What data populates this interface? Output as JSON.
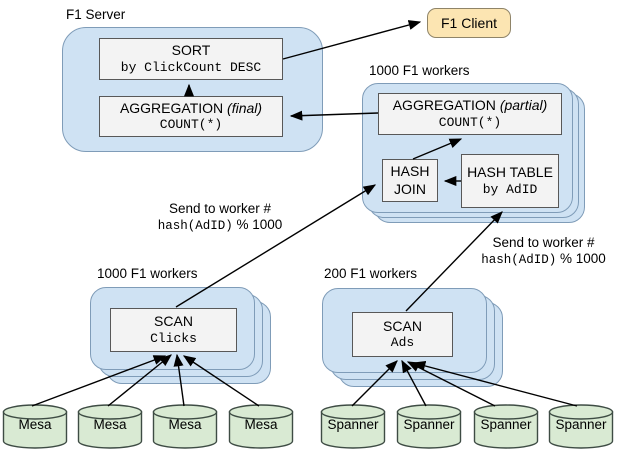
{
  "labels": {
    "f1_server": "F1 Server",
    "f1_client": "F1 Client",
    "workers_top": "1000 F1 workers",
    "workers_left": "1000 F1 workers",
    "workers_right": "200 F1 workers"
  },
  "nodes": {
    "sort": {
      "title": "SORT",
      "code": "by ClickCount DESC"
    },
    "agg_final": {
      "title": "AGGREGATION",
      "qualifier": "(final)",
      "code": "COUNT(*)"
    },
    "agg_partial": {
      "title": "AGGREGATION",
      "qualifier": "(partial)",
      "code": "COUNT(*)"
    },
    "hash_join": {
      "line1": "HASH",
      "line2": "JOIN"
    },
    "hash_table": {
      "title": "HASH TABLE",
      "code": "by AdID"
    },
    "scan_clicks": {
      "title": "SCAN",
      "code": "Clicks"
    },
    "scan_ads": {
      "title": "SCAN",
      "code": "Ads"
    }
  },
  "annotations": {
    "send_left": {
      "line1": "Send to worker #",
      "code": "hash(AdID)",
      "suffix": "% 1000"
    },
    "send_right": {
      "line1": "Send to worker #",
      "code": "hash(AdID)",
      "suffix": "% 1000"
    }
  },
  "datastores": {
    "mesa": [
      "Mesa",
      "Mesa",
      "Mesa",
      "Mesa"
    ],
    "spanner": [
      "Spanner",
      "Spanner",
      "Spanner",
      "Spanner"
    ]
  },
  "colors": {
    "container_fill": "#cfe2f3",
    "container_border": "#7f9cb8",
    "node_fill": "#f3f3f3",
    "node_border": "#585858",
    "client_fill": "#fce5b2",
    "client_border": "#8f8468",
    "datastore_fill": "#d9ead3",
    "datastore_border": "#3e4c44",
    "arrow": "#000000"
  }
}
